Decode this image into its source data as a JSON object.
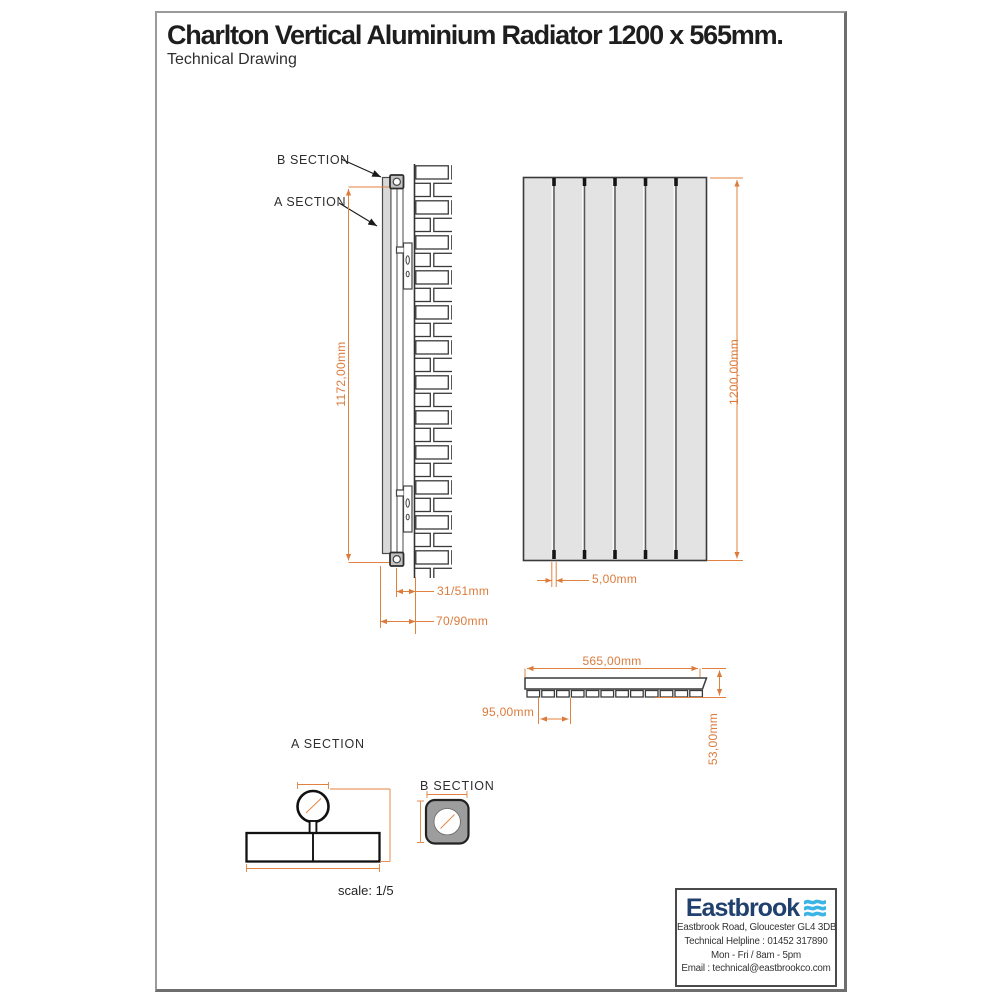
{
  "header": {
    "title": "Charlton Vertical Aluminium Radiator 1200 x 565mm.",
    "subtitle": "Technical Drawing"
  },
  "side_view": {
    "callout_b": "B SECTION",
    "callout_a": "A SECTION",
    "dim_height": "1172,00mm",
    "dim_wall_to_centre": "31/51mm",
    "dim_wall_to_front": "70/90mm"
  },
  "front_view": {
    "dim_height": "1200,00mm",
    "dim_panel_gap": "5,00mm"
  },
  "top_view": {
    "dim_width": "565,00mm",
    "dim_connection_pitch": "95,00mm",
    "dim_depth": "53,00mm"
  },
  "details": {
    "a_section_label": "A SECTION",
    "b_section_label": "B SECTION",
    "scale_label": "scale: 1/5"
  },
  "footer": {
    "brand": "Eastbrook",
    "address": "Eastbrook Road, Gloucester GL4 3DB",
    "helpline": "Technical Helpline : 01452 317890",
    "hours": "Mon - Fri / 8am - 5pm",
    "email": "Email : technical@eastbrookco.com"
  },
  "colors": {
    "dimension_orange": "#DB7B3C",
    "line_dark": "#3A3A3A",
    "panel_fill": "#E3E3E3",
    "section_fill": "#9D9D9D",
    "brand_navy": "#20416E",
    "brand_blue": "#3CB4E5"
  }
}
